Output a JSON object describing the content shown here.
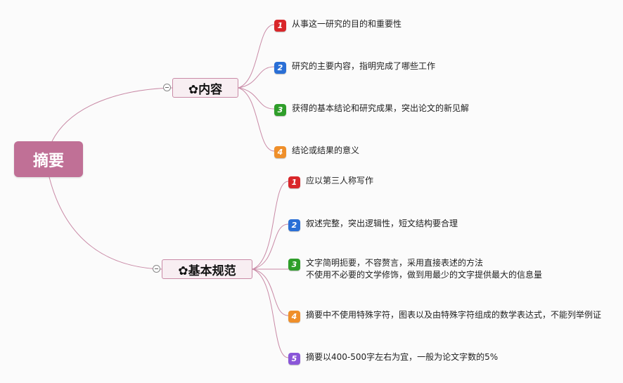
{
  "root": {
    "label": "摘要"
  },
  "branches": [
    {
      "label": "✿内容",
      "items": [
        {
          "num": "1",
          "color": "#d9262a",
          "lines": [
            "从事这一研究的目的和重要性"
          ]
        },
        {
          "num": "2",
          "color": "#2a6fd6",
          "lines": [
            "研究的主要内容，指明完成了哪些工作"
          ]
        },
        {
          "num": "3",
          "color": "#2f9e2a",
          "lines": [
            "获得的基本结论和研究成果，突出论文的新见解"
          ]
        },
        {
          "num": "4",
          "color": "#ef8f2a",
          "lines": [
            "结论或结果的意义"
          ]
        }
      ]
    },
    {
      "label": "✿基本规范",
      "items": [
        {
          "num": "1",
          "color": "#d9262a",
          "lines": [
            "应以第三人称写作"
          ]
        },
        {
          "num": "2",
          "color": "#2a6fd6",
          "lines": [
            "叙述完整，突出逻辑性，短文结构要合理"
          ]
        },
        {
          "num": "3",
          "color": "#2f9e2a",
          "lines": [
            "文字简明扼要，不容赘言，采用直接表述的方法",
            "不使用不必要的文学修饰，做到用最少的文字提供最大的信息量"
          ]
        },
        {
          "num": "4",
          "color": "#ef8f2a",
          "lines": [
            "摘要中不使用特殊字符，图表以及由特殊字符组成的数学表达式，不能列举例证"
          ]
        },
        {
          "num": "5",
          "color": "#8a56d8",
          "lines": [
            "摘要以400-500字左右为宜，一般为论文字数的5%"
          ]
        }
      ]
    }
  ],
  "colors": {
    "root": "#c07096",
    "branch_border": "#c98aa6",
    "link": "#c98aa6"
  }
}
